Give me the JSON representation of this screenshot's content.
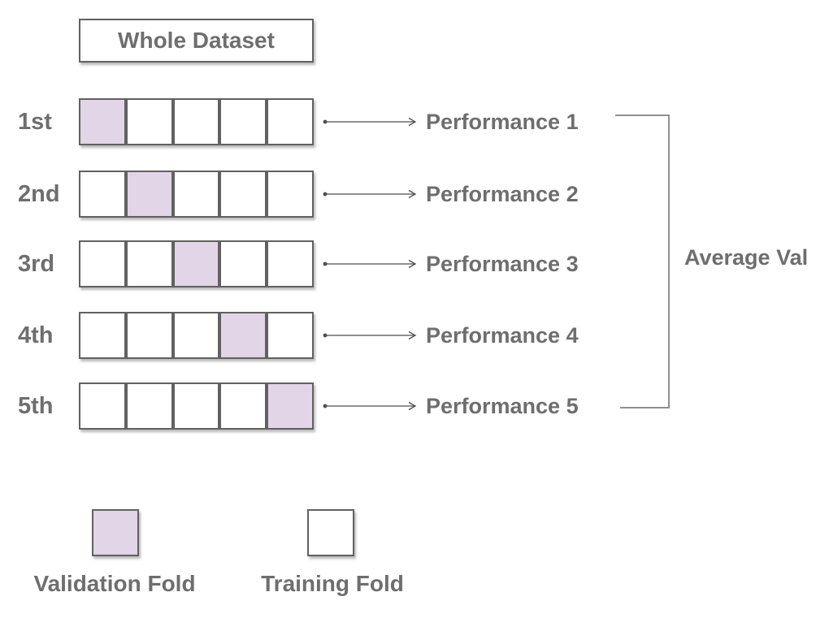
{
  "title_box": {
    "label": "Whole Dataset"
  },
  "diagram_type": "5-fold cross-validation",
  "colors": {
    "validation_fill": "#e1d5e7",
    "border": "#616161",
    "text": "#6e6e6e",
    "connector": "#4d4d4d",
    "bracket": "#8f8f8f"
  },
  "folds": {
    "num_cells": 5,
    "rows": [
      {
        "label": "1st",
        "performance": "Performance 1",
        "validation_index": 0
      },
      {
        "label": "2nd",
        "performance": "Performance 2",
        "validation_index": 1
      },
      {
        "label": "3rd",
        "performance": "Performance 3",
        "validation_index": 2
      },
      {
        "label": "4th",
        "performance": "Performance 4",
        "validation_index": 3
      },
      {
        "label": "5th",
        "performance": "Performance 5",
        "validation_index": 4
      }
    ]
  },
  "aggregate": {
    "label": "Average Val"
  },
  "legend": {
    "validation_label": "Validation Fold",
    "training_label": "Training Fold"
  }
}
